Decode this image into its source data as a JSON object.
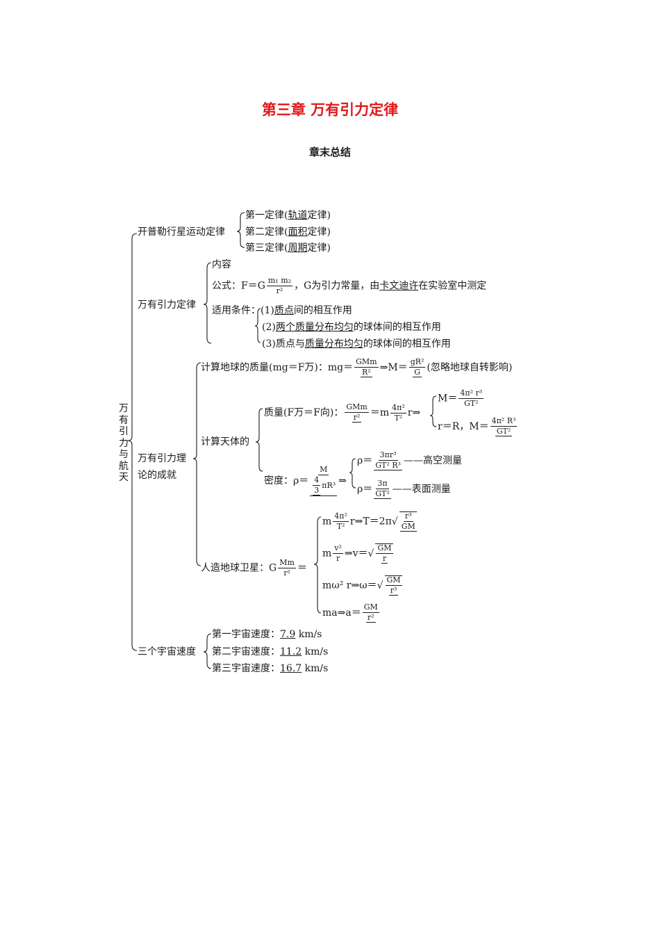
{
  "header": {
    "title": "第三章  万有引力定律",
    "subtitle": "章末总结"
  },
  "root": {
    "label": "万有引力与航天"
  },
  "kepler": {
    "label": "开普勒行星运动定律",
    "items": [
      {
        "pre": "第一定律(",
        "key": "轨道",
        "post": "定律)"
      },
      {
        "pre": "第二定律(",
        "key": "面积",
        "post": "定律)"
      },
      {
        "pre": "第三定律(",
        "key": "周期",
        "post": "定律)"
      }
    ]
  },
  "gravity": {
    "label": "万有引力定律",
    "content": "内容",
    "formula_pre": "公式：F＝G",
    "formula_num": "m₁ m₂",
    "formula_den": "r²",
    "formula_mid": "，G为引力常量，由",
    "formula_key": "卡文迪许",
    "formula_post": "在实验室中测定",
    "cond_label": "适用条件：",
    "cond1_pre": "(1)",
    "cond1_key": "质点",
    "cond1_post": "间的相互作用",
    "cond2_pre": "(2)",
    "cond2_key": "两个质量分布均匀",
    "cond2_post": "的球体间的相互作用",
    "cond3_pre": "(3)质点与",
    "cond3_key": "质量分布均匀",
    "cond3_post": "的球体间的相互作用"
  },
  "achievement": {
    "label_line1": "万有引力理",
    "label_line2": "论的成就",
    "earth_mass": {
      "pre": "计算地球的质量(mg＝F万)：mg＝",
      "f1_num": "GMm",
      "f1_den": "R²",
      "arrow": "⇒M＝",
      "f2_num": "gR²",
      "f2_den": "G",
      "post": "(忽略地球自转影响)"
    },
    "celestial": {
      "label": "计算天体的",
      "mass_pre": "质量(F万＝F向)：",
      "mass_f_num": "GMm",
      "mass_f_den": "r²",
      "mass_mid": "＝m",
      "mass_g_num": "4π²",
      "mass_g_den": "T²",
      "mass_post": "r⇒",
      "m1_pre": "M＝",
      "m1_num": "4π² r³",
      "m1_den": "GT²",
      "m2_pre": "r＝R，M＝",
      "m2_num": "4π² R³",
      "m2_den": "GT²",
      "density_pre": "密度：ρ＝",
      "density_num": "M",
      "density_den_num": "4",
      "density_den_den": "3",
      "density_den_post": "πR³",
      "density_arrow": "⇒",
      "d1_pre": "ρ＝",
      "d1_num": "3πr³",
      "d1_den": "GT² R³",
      "d1_post": "——高空测量",
      "d2_pre": "ρ＝",
      "d2_num": "3π",
      "d2_den": "GT²",
      "d2_post": "——表面测量"
    },
    "satellite": {
      "label_pre": "人造地球卫星：G",
      "label_num": "Mm",
      "label_den": "r²",
      "label_post": "＝",
      "s1_pre": "m",
      "s1_num": "4π²",
      "s1_den": "T²",
      "s1_mid": "r⇒T＝2π",
      "s1_rad_num": "r³",
      "s1_rad_den": "GM",
      "s2_pre": "m",
      "s2_num": "v²",
      "s2_den": "r",
      "s2_mid": "⇒v＝",
      "s2_rad_num": "GM",
      "s2_rad_den": "r",
      "s3_pre": "mω² r⇒ω＝",
      "s3_rad_num": "GM",
      "s3_rad_den": "r³",
      "s4_pre": "ma⇒a＝",
      "s4_num": "GM",
      "s4_den": "r²"
    }
  },
  "cosmic": {
    "label": "三个宇宙速度",
    "items": [
      {
        "pre": "第一宇宙速度：",
        "value": "7.9",
        "unit": " km/s"
      },
      {
        "pre": "第二宇宙速度：",
        "value": "11.2",
        "unit": " km/s"
      },
      {
        "pre": "第三宇宙速度：",
        "value": "16.7",
        "unit": " km/s"
      }
    ]
  }
}
